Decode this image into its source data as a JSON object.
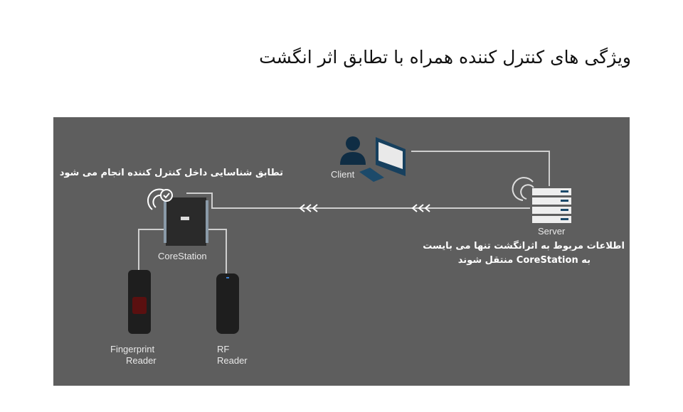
{
  "title": "ویژگی های کنترل کننده همراه با تطابق اثر انگشت",
  "diagram": {
    "client_label": "Client",
    "server_label": "Server",
    "controller_label": "CoreStation",
    "controller_caption": "تطابق شناسایی داخل کنترل کننده انجام می شود",
    "server_caption_line1": "اطلاعات مربوط به اثرانگشت تنها می بایست",
    "server_caption_line2": "به CoreStation منتقل شوند",
    "fingerprint_reader_label_1": "Fingerprint",
    "fingerprint_reader_label_2": "Reader",
    "rf_reader_label_1": "RF",
    "rf_reader_label_2": "Reader",
    "arrow_glyph": "‹‹‹"
  }
}
